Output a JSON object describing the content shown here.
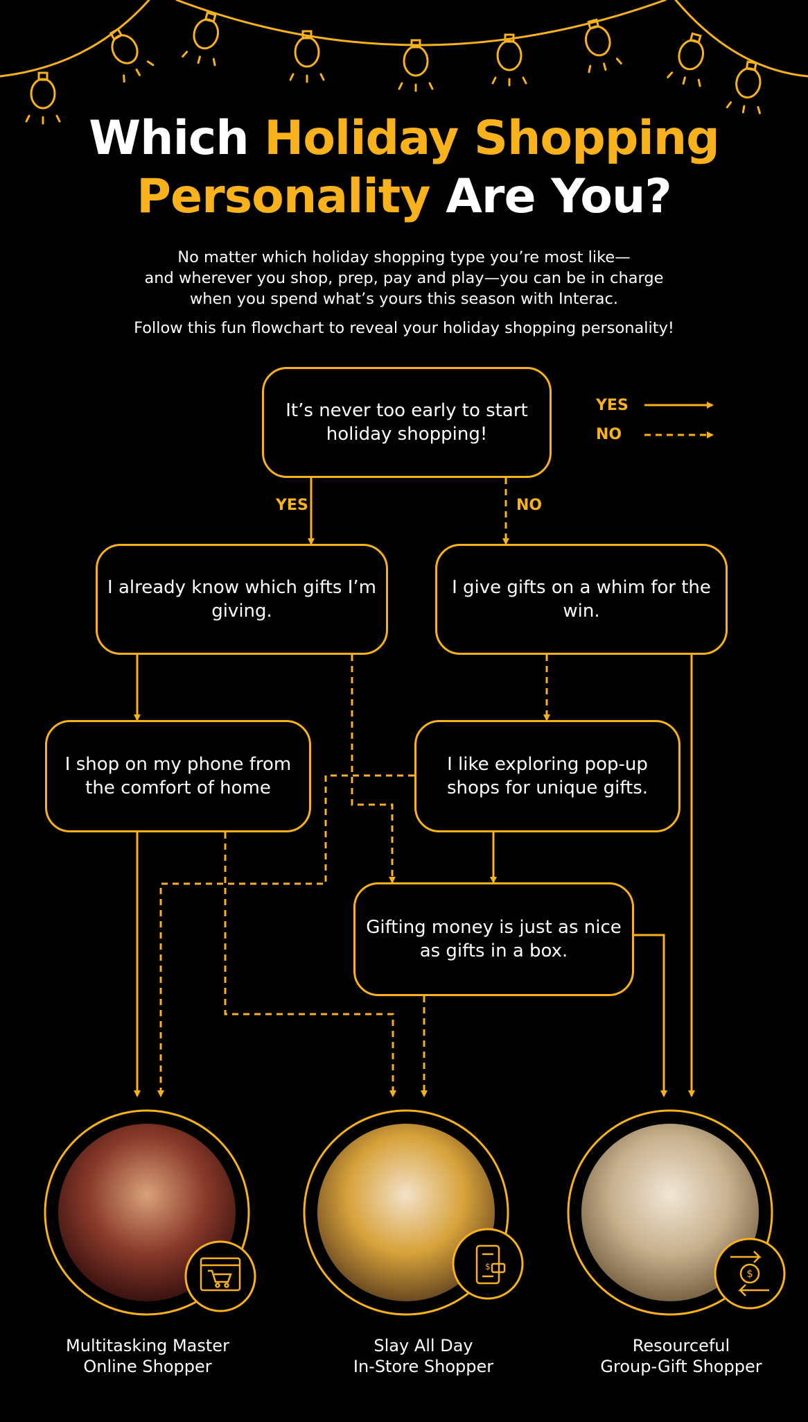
{
  "title": {
    "part1": "Which ",
    "part2": "Holiday Shopping",
    "part3": "Personality",
    "part4": " Are You?"
  },
  "intro": {
    "line1": "No matter which holiday shopping type you’re most like—",
    "line2": "and wherever you shop, prep, pay and play—you can be in charge",
    "line3": "when you spend what’s yours this season with Interac.",
    "follow": "Follow this fun flowchart to reveal your holiday shopping personality!"
  },
  "legend": {
    "yes": "YES",
    "no": "NO"
  },
  "edge_labels": {
    "yes": "YES",
    "no": "NO"
  },
  "nodes": {
    "start": "It’s never too early to start holiday shopping!",
    "know_gifts": "I already know which gifts I’m giving.",
    "whim": "I give gifts on a whim for the win.",
    "phone": "I shop on my phone from the comfort of home",
    "popup": "I like exploring pop-up shops for unique gifts.",
    "money": "Gifting money is just as nice as gifts in a box."
  },
  "personalities": [
    {
      "line1": "Multitasking Master",
      "line2": "Online Shopper",
      "icon": "shopping-cart-icon"
    },
    {
      "line1": "Slay All Day",
      "line2": "In-Store Shopper",
      "icon": "mobile-wallet-icon"
    },
    {
      "line1": "Resourceful",
      "line2": "Group-Gift Shopper",
      "icon": "money-transfer-icon"
    }
  ],
  "colors": {
    "accent": "#f9b21c",
    "background": "#000000",
    "text": "#ffffff"
  }
}
